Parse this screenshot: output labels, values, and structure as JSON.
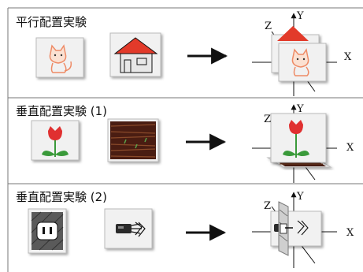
{
  "panels": [
    {
      "title": "平行配置実験"
    },
    {
      "title": "垂直配置実験 (1)"
    },
    {
      "title": "垂直配置実験 (2)"
    }
  ],
  "axes": {
    "x": "X",
    "y": "Y",
    "z": "Z"
  },
  "colors": {
    "border": "#777777",
    "card": "#f1f1f1",
    "card_edge": "#bbbbbb",
    "arrow": "#111111",
    "house_roof": "#e23a2a",
    "cat": "#ee8b66",
    "tulip": "#e03030",
    "leaf": "#3a9a3a",
    "bark": "#4a1d12"
  },
  "icons": {
    "p1_left": "cat-drawing-icon",
    "p1_right": "house-drawing-icon",
    "p2_left": "tulip-drawing-icon",
    "p2_right": "bark-texture-icon",
    "p3_left": "power-outlet-icon",
    "p3_right": "power-plug-icon"
  }
}
